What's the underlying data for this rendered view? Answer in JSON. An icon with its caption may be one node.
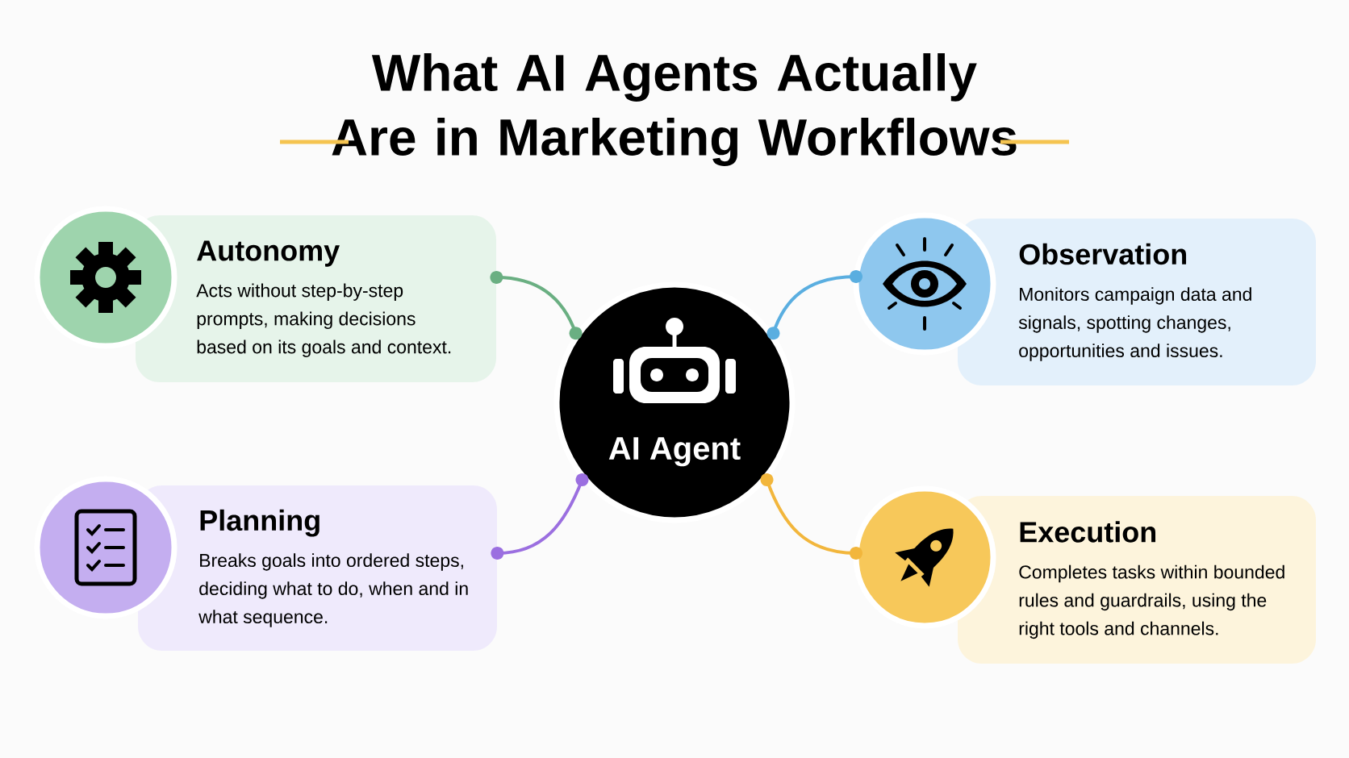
{
  "diagram": {
    "title": "What AI Agents Actually Are in Marketing Workflows",
    "nodes": [
      {
        "text": [
          "Autonomy",
          "Acts without step-by-step prompts, making decisions based on its goals and context."
        ]
      },
      {
        "text": [
          "Observation",
          "Monitors campaign data and signals, spotting changes, opportunities and issues."
        ]
      },
      {
        "text": [
          "AI Agent"
        ]
      },
      {
        "text": [
          "Planning",
          "Breaks goals into ordered steps, deciding what to do, when and in what sequence."
        ]
      },
      {
        "text": [
          "Execution",
          "Completes tasks within bounded rules and guardrails, using the right tools and channels."
        ]
      }
    ],
    "edges": [
      {
        "from": 0,
        "to": 2,
        "arrow": "other",
        "color": "#6aaf82"
      },
      {
        "from": 1,
        "to": 2,
        "arrow": "other",
        "color": "#5aaee0"
      },
      {
        "from": 3,
        "to": 2,
        "arrow": "other",
        "color": "#9b6fe0"
      },
      {
        "from": 4,
        "to": 2,
        "arrow": "other",
        "color": "#f2b63c"
      }
    ]
  }
}
